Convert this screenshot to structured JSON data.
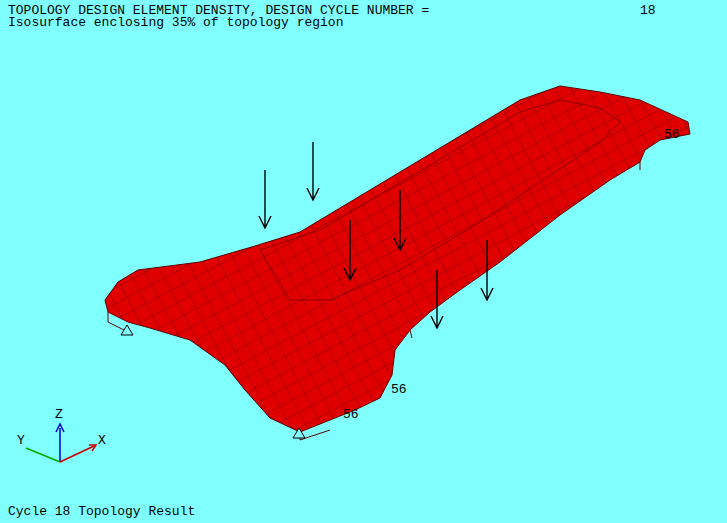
{
  "diagram": {
    "title": "TOPOLOGY DESIGN ELEMENT DENSITY, DESIGN CYCLE NUMBER =",
    "caption": "Cycle 18 Topology Result",
    "labels": [
      "18",
      "Isosurface enclosing 35% of topology region",
      "56",
      "56",
      "56",
      "Z",
      "Y",
      "X"
    ]
  }
}
